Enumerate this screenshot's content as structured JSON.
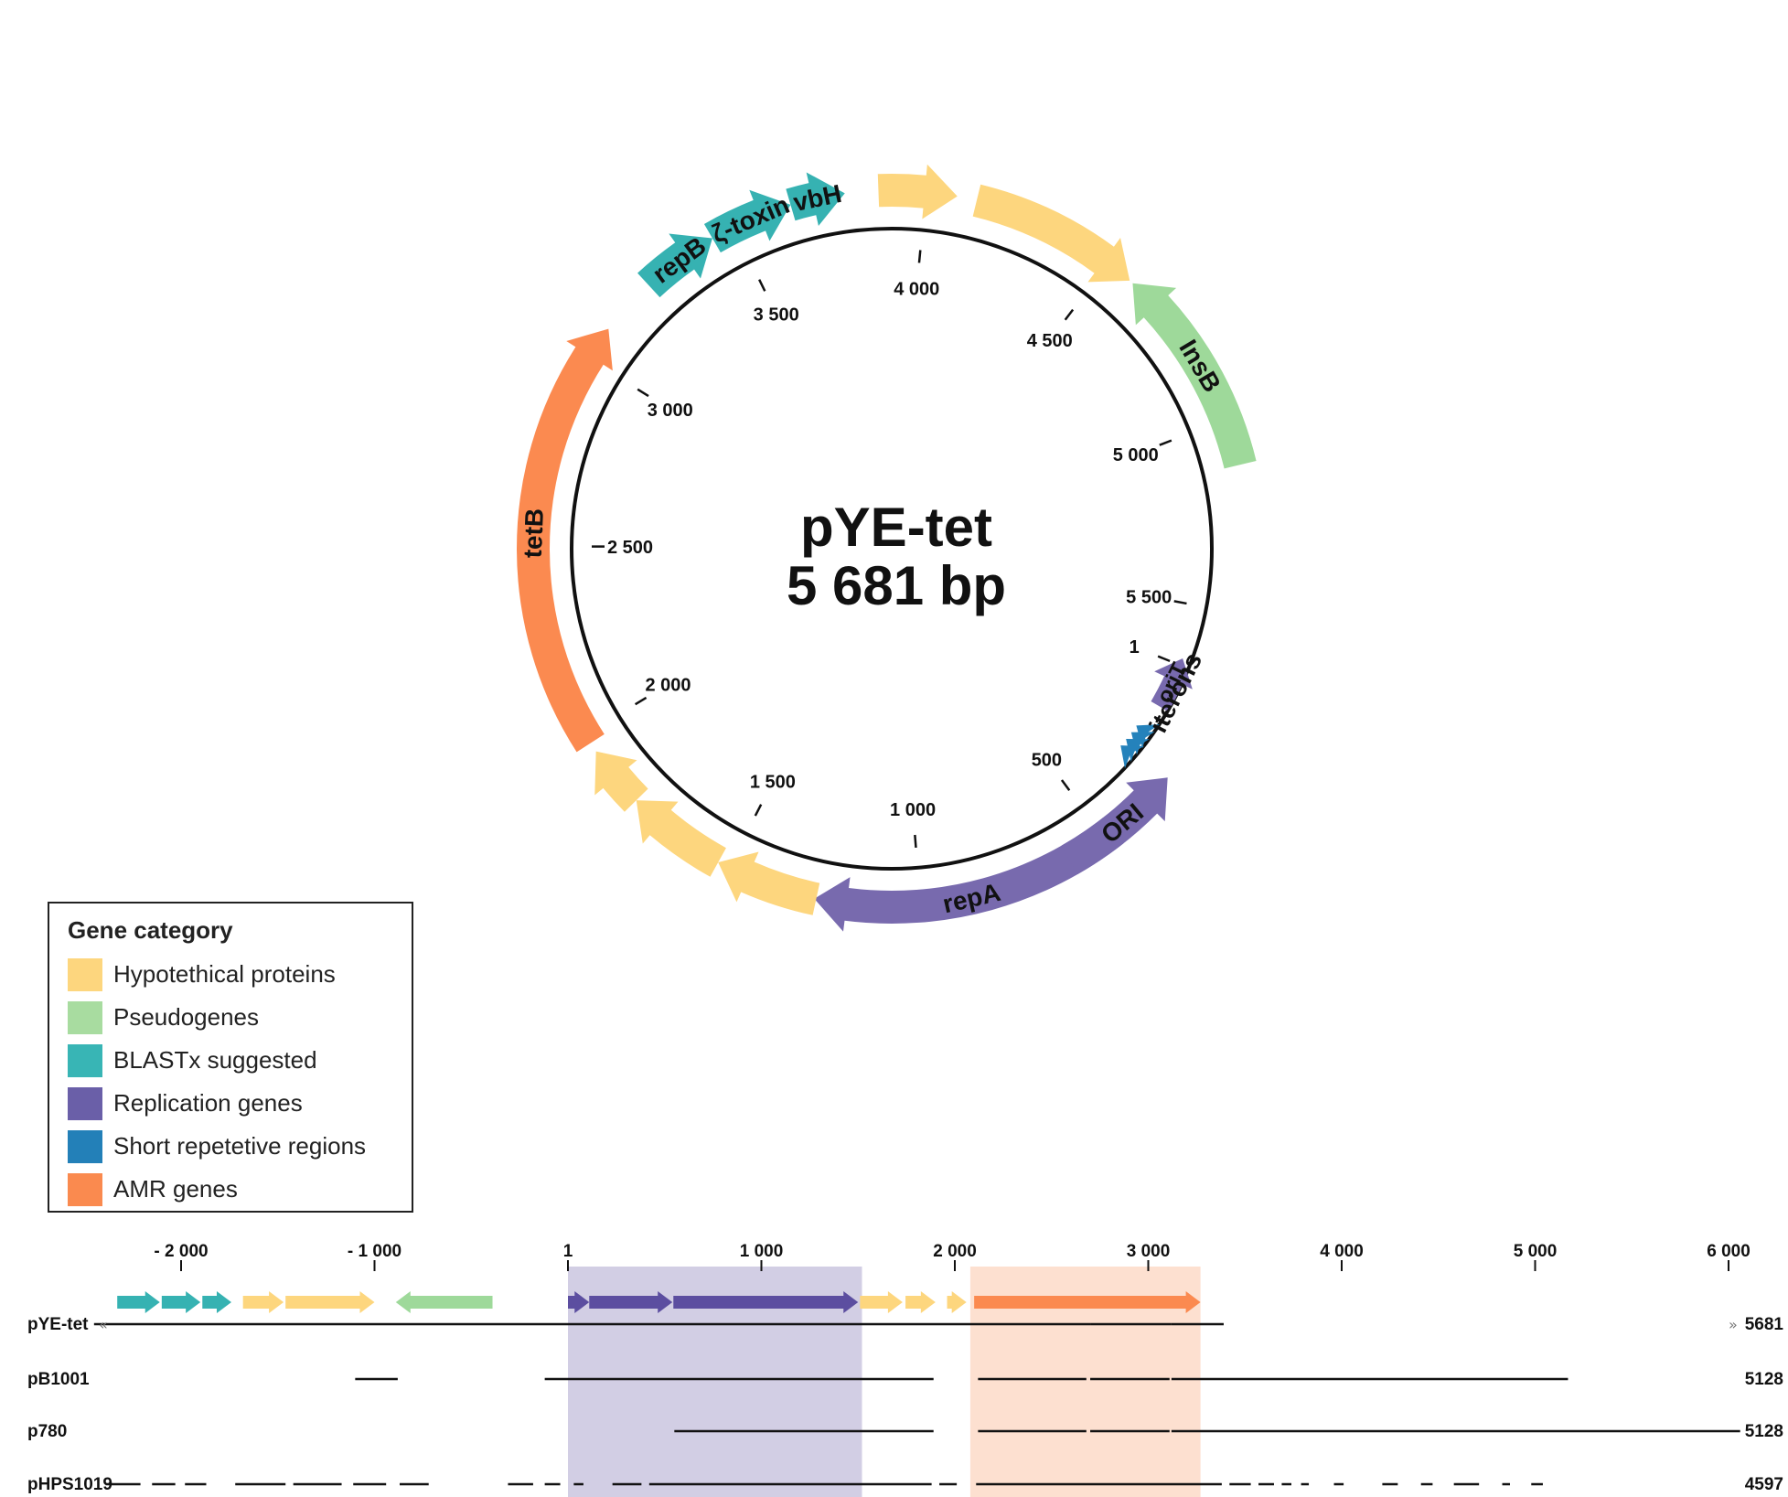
{
  "plasmid": {
    "name": "pYE-tet",
    "size_label": "5 681 bp",
    "length_bp": 5681,
    "origin_label": "1"
  },
  "circle_ticks": [
    {
      "bp": 500,
      "label": "500"
    },
    {
      "bp": 1000,
      "label": "1 000"
    },
    {
      "bp": 1500,
      "label": "1 500"
    },
    {
      "bp": 2000,
      "label": "2 000"
    },
    {
      "bp": 2500,
      "label": "2 500"
    },
    {
      "bp": 3000,
      "label": "3 000"
    },
    {
      "bp": 3500,
      "label": "3 500"
    },
    {
      "bp": 4000,
      "label": "4 000"
    },
    {
      "bp": 4500,
      "label": "4 500"
    },
    {
      "bp": 5000,
      "label": "5 000"
    },
    {
      "bp": 5500,
      "label": "5 500"
    },
    {
      "bp": 0,
      "label": "1"
    }
  ],
  "circle_features": [
    {
      "label": "repA",
      "category": "replication",
      "start": 470,
      "end": 1270,
      "strand": 1,
      "ring": "outer"
    },
    {
      "label": "",
      "category": "hypothetical",
      "start": 1265,
      "end": 1530,
      "strand": 1,
      "ring": "outer"
    },
    {
      "label": "",
      "category": "hypothetical",
      "start": 1530,
      "end": 1790,
      "strand": 1,
      "ring": "outer"
    },
    {
      "label": "",
      "category": "hypothetical",
      "start": 1790,
      "end": 1950,
      "strand": 1,
      "ring": "outer"
    },
    {
      "label": "tetB",
      "category": "amr",
      "start": 1975,
      "end": 3090,
      "strand": 1,
      "ring": "outer"
    },
    {
      "label": "repB",
      "category": "blastx",
      "start": 3240,
      "end": 3440,
      "strand": 1,
      "ring": "outer"
    },
    {
      "label": "ζ-toxin",
      "category": "blastx",
      "start": 3440,
      "end": 3655,
      "strand": 1,
      "ring": "outer"
    },
    {
      "label": "vbH",
      "category": "blastx",
      "start": 3655,
      "end": 3795,
      "strand": 1,
      "ring": "outer"
    },
    {
      "label": "",
      "category": "hypothetical",
      "start": 3880,
      "end": 4080,
      "strand": 1,
      "ring": "outer"
    },
    {
      "label": "",
      "category": "hypothetical",
      "start": 4130,
      "end": 4570,
      "strand": 1,
      "ring": "outer"
    },
    {
      "label": "InsB",
      "category": "pseudogene",
      "start": 4580,
      "end": 5120,
      "strand": -1,
      "ring": "outer"
    },
    {
      "label": "oriT",
      "category": "replication",
      "start": 5660,
      "end": 5815,
      "strand": -1,
      "ring": "inner"
    },
    {
      "label": "ORI",
      "category": "replication",
      "start": 5960,
      "end": 6285,
      "strand": -1,
      "ring": "outer"
    }
  ],
  "circle_labels": {
    "iterons": "iterons"
  },
  "legend": {
    "title": "Gene category",
    "items": [
      {
        "label": "Hypotethical proteins",
        "color": "#fdd67e"
      },
      {
        "label": "Pseudogenes",
        "color": "#a8dca0"
      },
      {
        "label": "BLASTx suggested",
        "color": "#38b5b5"
      },
      {
        "label": "Replication genes",
        "color": "#6a5fa8"
      },
      {
        "label": "Short repetetive regions",
        "color": "#2380b8"
      },
      {
        "label": "AMR genes",
        "color": "#fa8a4f"
      }
    ]
  },
  "colors": {
    "hypothetical": "#fdd67e",
    "pseudogene": "#9ed99a",
    "blastx": "#36b2b2",
    "replication": "#786aae",
    "repeat": "#2582bb",
    "amr": "#fb8a50",
    "linear_replication": "#5c4ea0",
    "rep_shade": "#d2cee4",
    "amr_shade": "#fde0d0"
  },
  "linear_axis": {
    "ticks": [
      {
        "bp": -2000,
        "label": "- 2 000"
      },
      {
        "bp": -1000,
        "label": "- 1 000"
      },
      {
        "bp": 0,
        "label": "1"
      },
      {
        "bp": 1000,
        "label": "1 000"
      },
      {
        "bp": 2000,
        "label": "2 000"
      },
      {
        "bp": 3000,
        "label": "3 000"
      },
      {
        "bp": 4000,
        "label": "4 000"
      },
      {
        "bp": 5000,
        "label": "5 000"
      },
      {
        "bp": 6000,
        "label": "6 000"
      }
    ]
  },
  "linear_features": [
    {
      "category": "blastx",
      "start": -2330,
      "end": -2110,
      "strand": 1
    },
    {
      "category": "blastx",
      "start": -2100,
      "end": -1900,
      "strand": 1
    },
    {
      "category": "blastx",
      "start": -1890,
      "end": -1740,
      "strand": 1
    },
    {
      "category": "hypothetical",
      "start": -1680,
      "end": -1470,
      "strand": 1
    },
    {
      "category": "hypothetical",
      "start": -1460,
      "end": -1000,
      "strand": 1
    },
    {
      "category": "pseudogene",
      "start": -890,
      "end": -390,
      "strand": -1
    },
    {
      "category": "linear_replication",
      "start": 0,
      "end": 110,
      "strand": 1
    },
    {
      "category": "linear_replication",
      "start": 110,
      "end": 540,
      "strand": 1
    },
    {
      "category": "linear_replication",
      "start": 545,
      "end": 1500,
      "strand": 1
    },
    {
      "category": "hypothetical",
      "start": 1510,
      "end": 1730,
      "strand": 1
    },
    {
      "category": "hypothetical",
      "start": 1745,
      "end": 1900,
      "strand": 1
    },
    {
      "category": "hypothetical",
      "start": 1960,
      "end": 2060,
      "strand": 1
    },
    {
      "category": "amr",
      "start": 2100,
      "end": 3270,
      "strand": 1
    }
  ],
  "linear_shades": [
    {
      "category": "rep_shade",
      "start": 0,
      "end": 1520
    },
    {
      "category": "amr_shade",
      "start": 2080,
      "end": 3270
    }
  ],
  "alignments": [
    {
      "name": "pYE-tet",
      "length": "5681",
      "segments": [
        [
          -2450,
          2700
        ],
        [
          2700,
          3120
        ],
        [
          3120,
          3390
        ]
      ],
      "cap": "circular"
    },
    {
      "name": "pB1001",
      "length": "5128",
      "segments": [
        [
          -1100,
          -880
        ],
        [
          -120,
          1890
        ],
        [
          2120,
          2680
        ],
        [
          2700,
          3110
        ],
        [
          3120,
          5170
        ]
      ]
    },
    {
      "name": "p780",
      "length": "5128",
      "segments": [
        [
          550,
          1890
        ],
        [
          2120,
          2680
        ],
        [
          2700,
          3110
        ],
        [
          3120,
          6060
        ]
      ]
    },
    {
      "name": "pHPS1019",
      "length": "4597",
      "segments": [
        [
          -2390,
          -2210
        ],
        [
          -2150,
          -2030
        ],
        [
          -1980,
          -1870
        ],
        [
          -1720,
          -1460
        ],
        [
          -1420,
          -1170
        ],
        [
          -1110,
          -940
        ],
        [
          -870,
          -720
        ],
        [
          -310,
          -180
        ],
        [
          -120,
          -40
        ],
        [
          30,
          80
        ],
        [
          230,
          380
        ],
        [
          420,
          1880
        ],
        [
          1920,
          2010
        ],
        [
          2110,
          3380
        ],
        [
          3420,
          3530
        ],
        [
          3570,
          3650
        ],
        [
          3690,
          3740
        ],
        [
          3790,
          3830
        ],
        [
          3960,
          4010
        ],
        [
          4210,
          4290
        ],
        [
          4410,
          4470
        ],
        [
          4580,
          4710
        ],
        [
          4830,
          4870
        ],
        [
          4980,
          5040
        ]
      ]
    }
  ]
}
